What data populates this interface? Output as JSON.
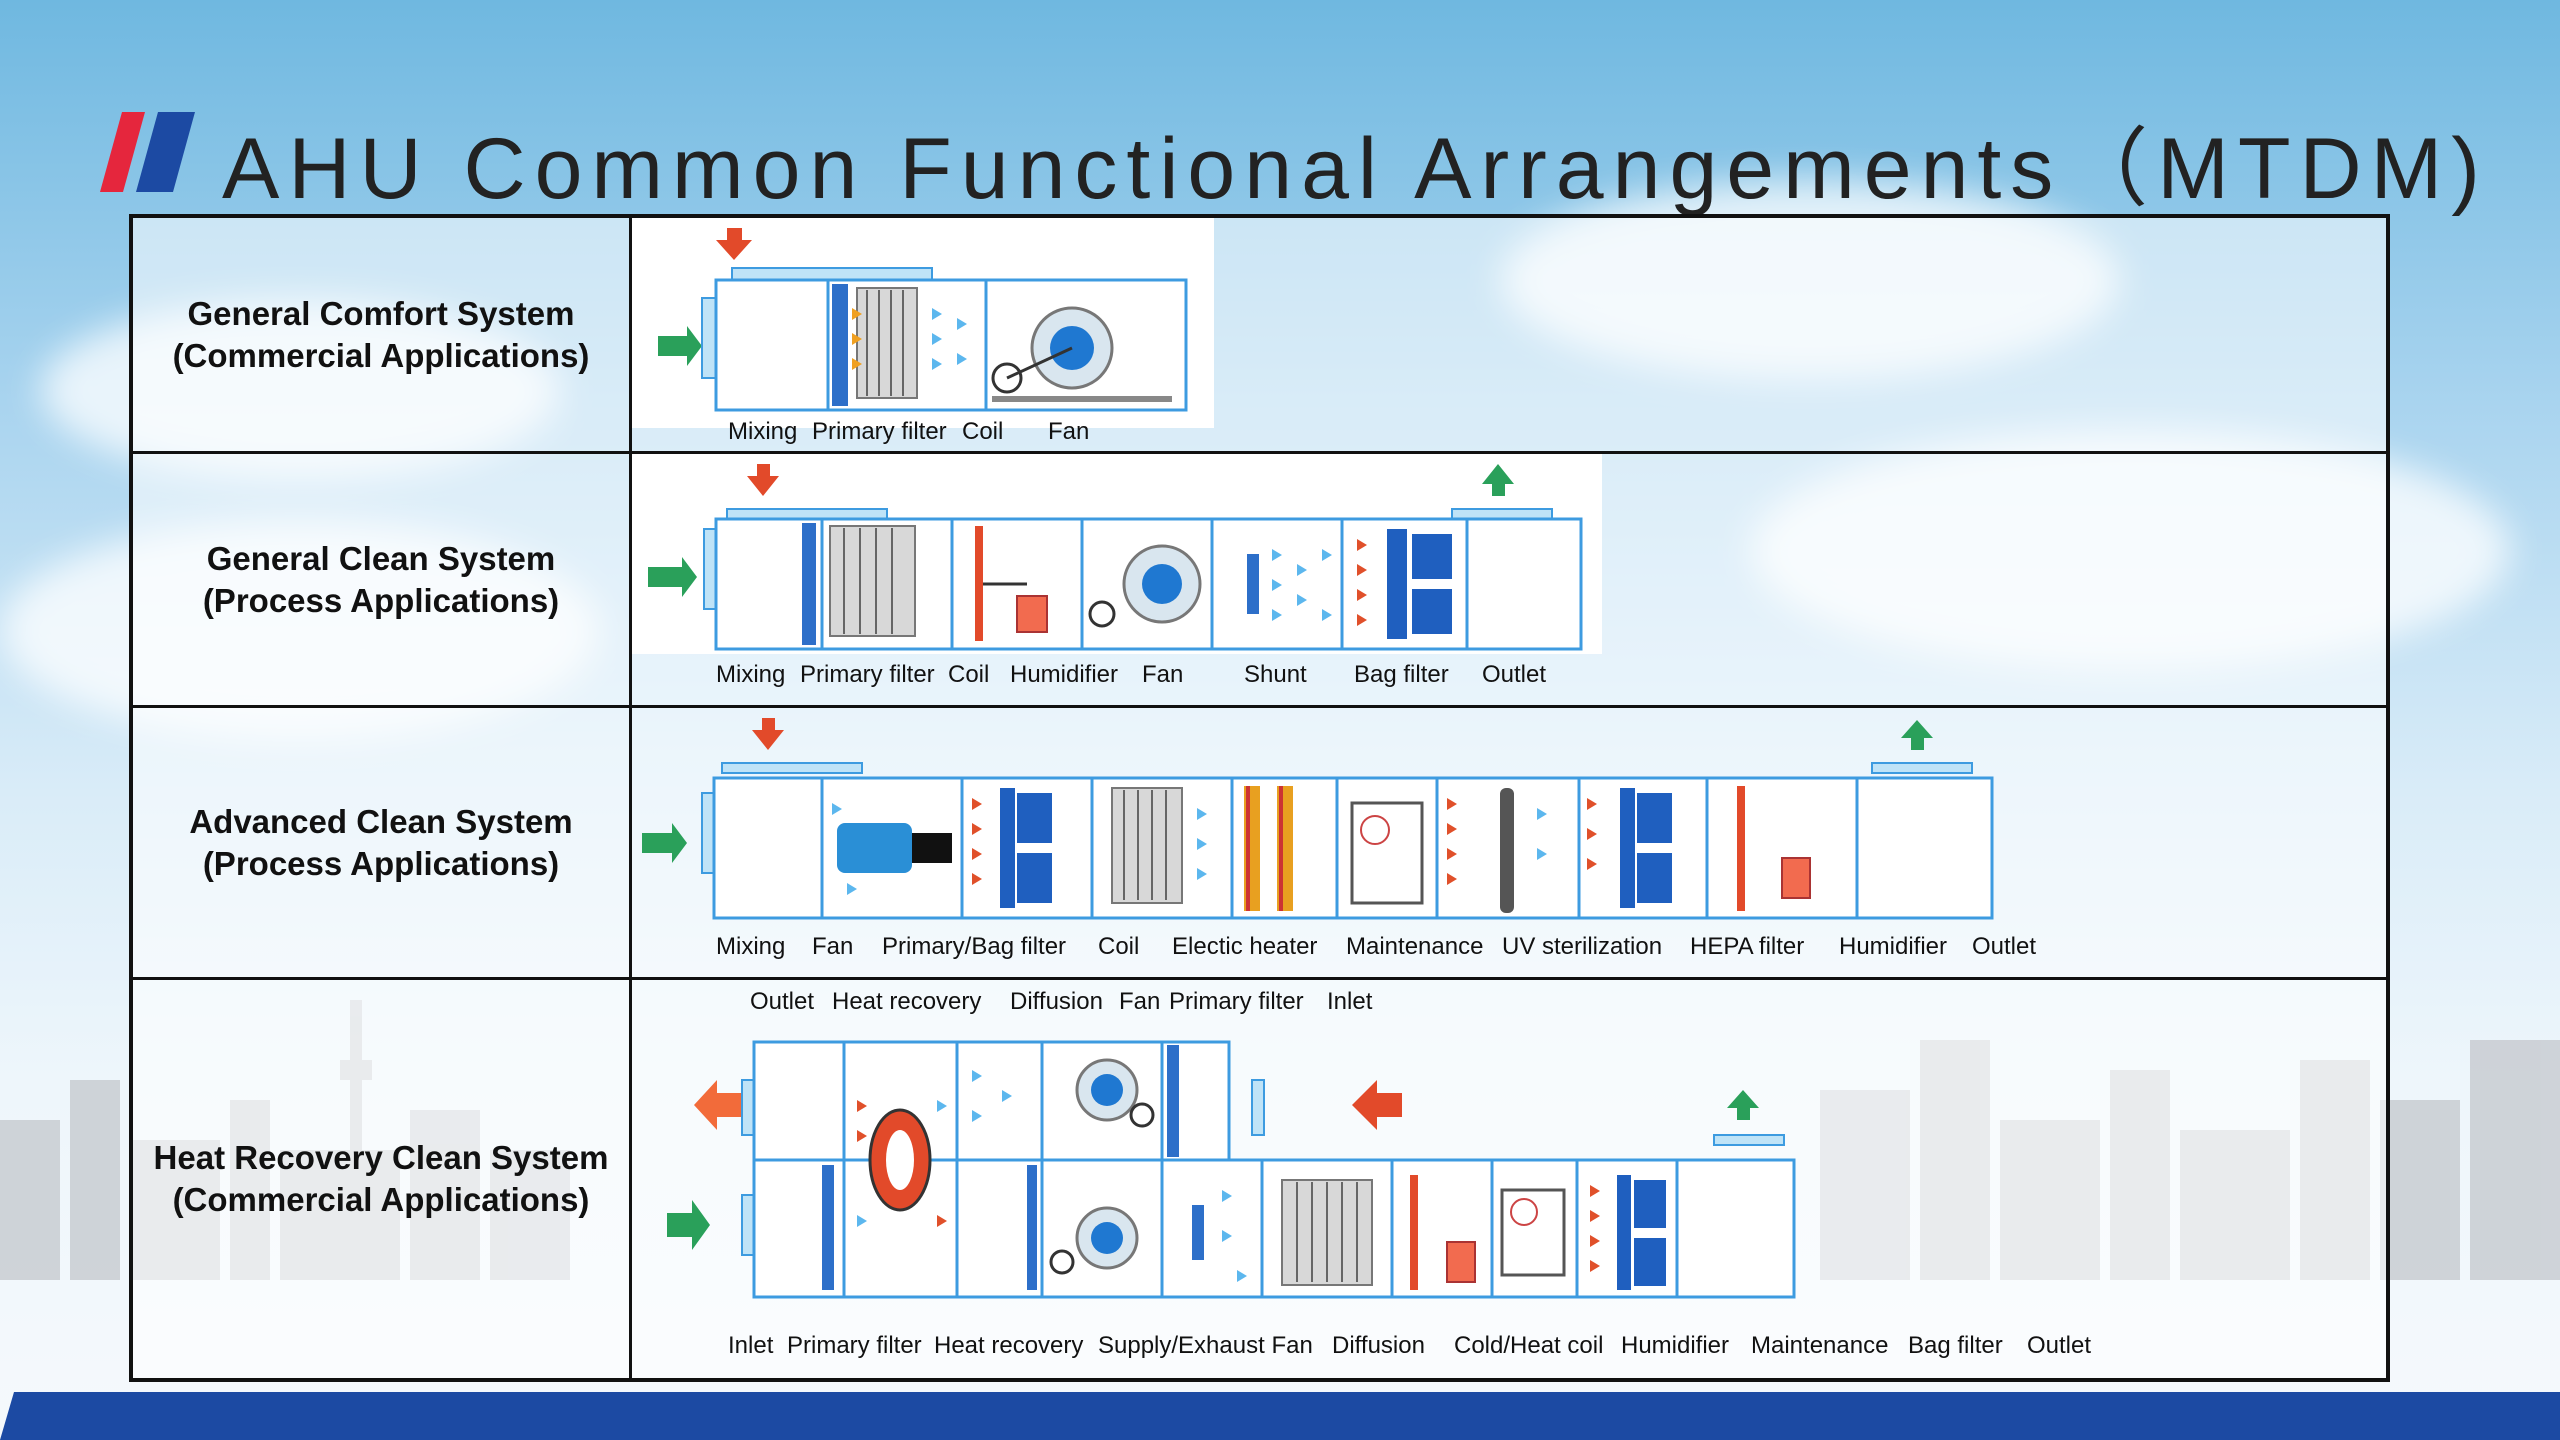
{
  "title": "AHU Common Functional Arrangements（MTDM)",
  "colors": {
    "accent_blue": "#1c4aa3",
    "accent_red": "#e5263d",
    "unit_blue": "#3d9be0"
  },
  "rows": [
    {
      "name": "General Comfort System",
      "app": "(Commercial Applications)",
      "labels": [
        "Mixing",
        "Primary filter",
        "Coil",
        "Fan"
      ]
    },
    {
      "name": "General Clean System",
      "app": "(Process Applications)",
      "labels": [
        "Mixing",
        "Primary filter",
        "Coil",
        "Humidifier",
        "Fan",
        "Shunt",
        "Bag filter",
        "Outlet"
      ]
    },
    {
      "name": "Advanced Clean System",
      "app": "(Process Applications)",
      "labels": [
        "Mixing",
        "Fan",
        "Primary/Bag filter",
        "Coil",
        "Electic heater",
        "Maintenance",
        "UV sterilization",
        "HEPA filter",
        "Humidifier",
        "Outlet"
      ]
    },
    {
      "name": "Heat Recovery Clean System",
      "app": "(Commercial Applications)",
      "top_labels": [
        "Outlet",
        "Heat recovery",
        "Diffusion",
        "Fan",
        "Primary filter",
        "Inlet"
      ],
      "labels": [
        "Inlet",
        "Primary filter",
        "Heat recovery",
        "Supply/Exhaust Fan",
        "Diffusion",
        "Cold/Heat coil",
        "Humidifier",
        "Maintenance",
        "Bag filter",
        "Outlet"
      ]
    }
  ]
}
